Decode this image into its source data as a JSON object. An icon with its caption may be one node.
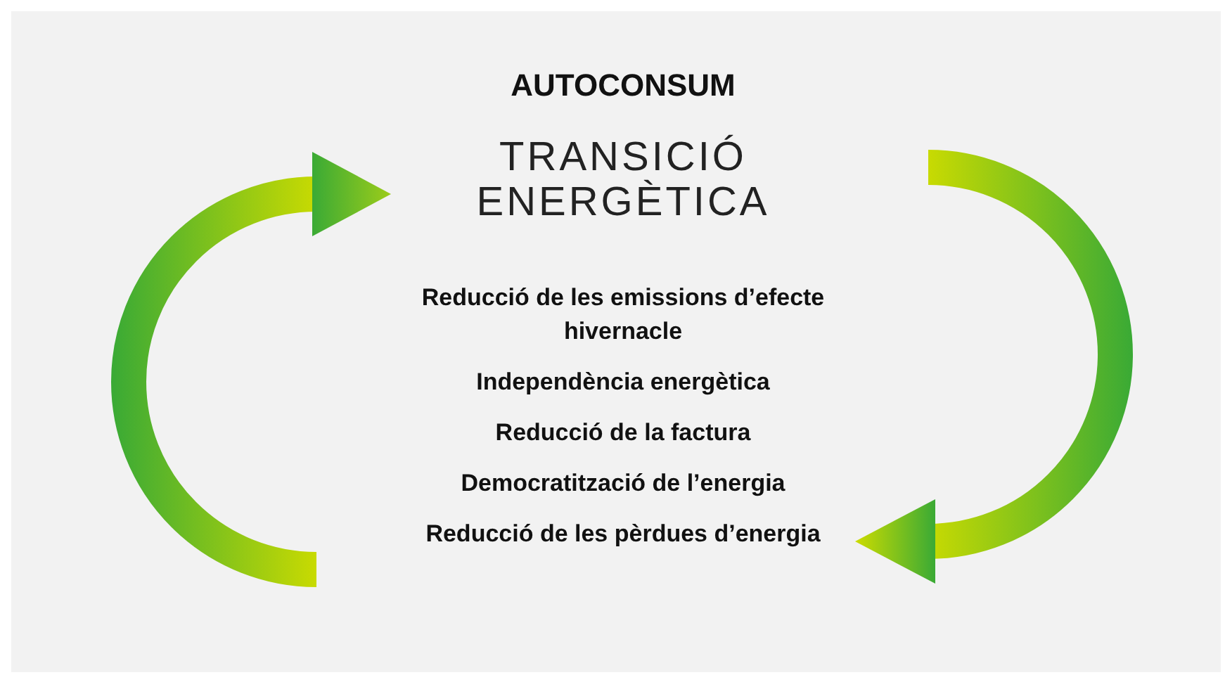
{
  "diagram": {
    "title": "AUTOCONSUM",
    "labels": [
      "TRANSICIÓ ENERGÈTICA",
      "Reducció de les emissions d’efecte hivernacle",
      "Independència energètica",
      "Reducció de la factura",
      "Democratització de l’energia",
      "Reducció de les pèrdues d’energia"
    ]
  }
}
